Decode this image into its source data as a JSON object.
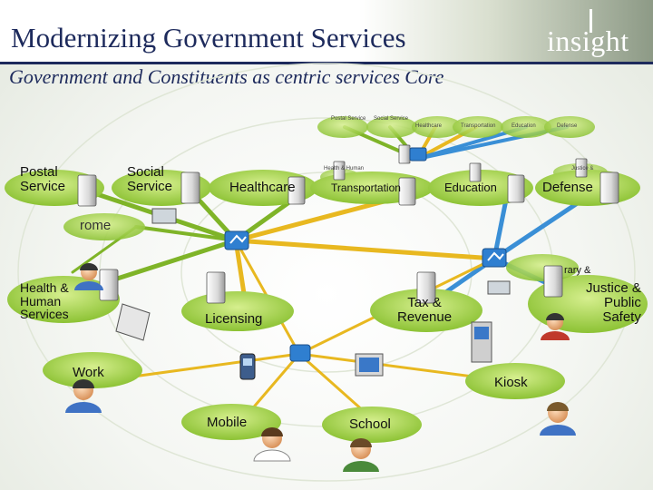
{
  "header": {
    "title": "Modernizing Government Services",
    "subtitle": "Government and Constituents as centric services Core",
    "logo": "insight"
  },
  "small_services": [
    "Postal Service",
    "Social Service",
    "Healthcare",
    "Transportation",
    "Education",
    "Defense"
  ],
  "mid_labels": {
    "health_human_small": "Health & Human",
    "justice_small": "Justice &"
  },
  "services": {
    "postal": "Postal\nService",
    "social": "Social\nService",
    "healthcare": "Healthcare",
    "transportation": "Transportation",
    "education": "Education",
    "defense": "Defense",
    "health_human": "Health &\nHuman\nServices",
    "licensing": "Licensing",
    "tax_revenue": "Tax &\nRevenue",
    "justice": "Justice &\nPublic\nSafety",
    "library_fragment": "rary &",
    "home_fragment": "rome"
  },
  "access_points": {
    "work": "Work",
    "mobile": "Mobile",
    "school": "School",
    "kiosk": "Kiosk"
  },
  "colors": {
    "title": "#1d2a5c",
    "pad_green": "#9ccc3c",
    "line_green": "#7fb428",
    "line_blue": "#3a8fd6",
    "line_yellow": "#e8b820",
    "hub_blue": "#2f7fd0"
  }
}
